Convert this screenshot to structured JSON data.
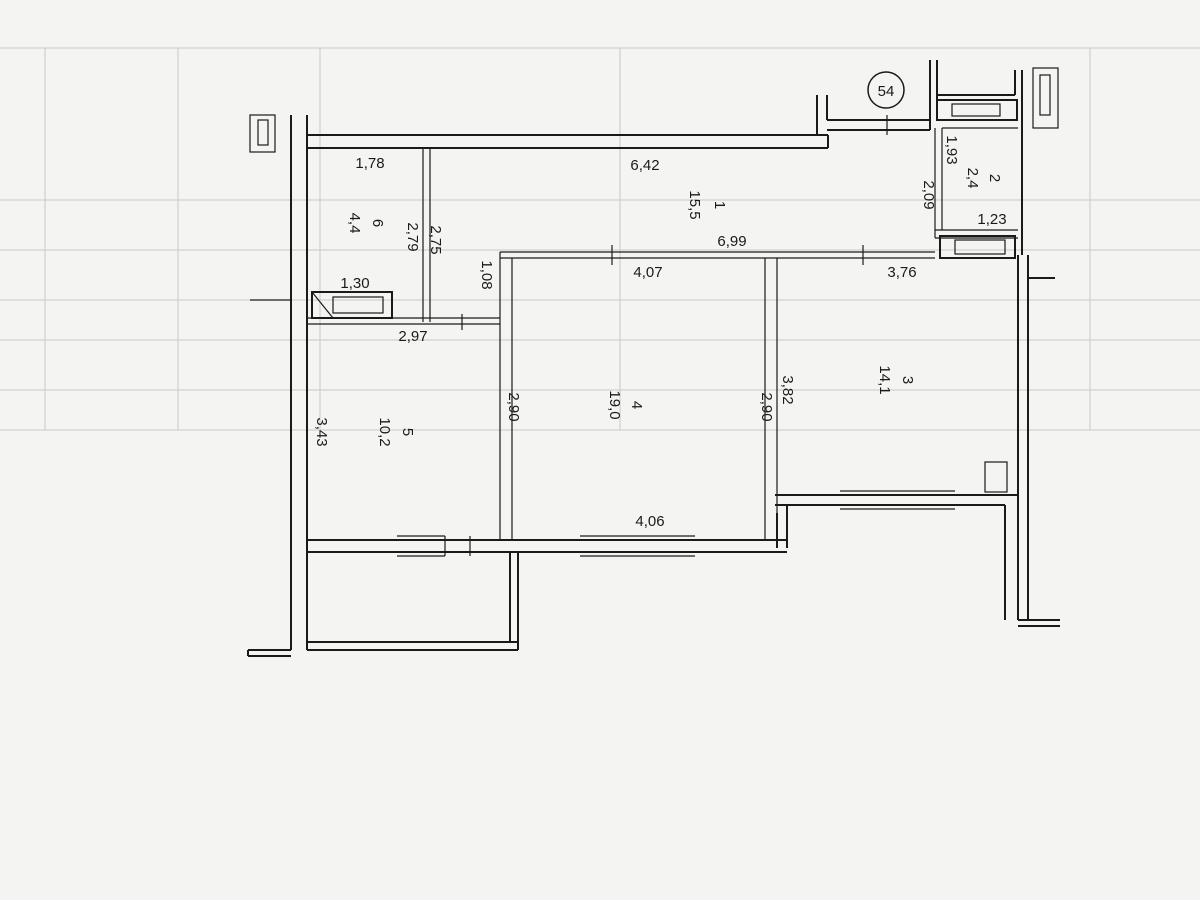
{
  "plan": {
    "apartment_number": "54",
    "rooms": [
      {
        "id": "r1",
        "number": "1",
        "area": "15,5"
      },
      {
        "id": "r2",
        "number": "2",
        "area": "2,4"
      },
      {
        "id": "r3",
        "number": "3",
        "area": "14,1"
      },
      {
        "id": "r4",
        "number": "4",
        "area": "19,0"
      },
      {
        "id": "r5",
        "number": "5",
        "area": "10,2"
      },
      {
        "id": "r6",
        "number": "6",
        "area": "4,4"
      }
    ],
    "dimensions": {
      "d_178": "1,78",
      "d_642": "6,42",
      "d_699": "6,99",
      "d_407": "4,07",
      "d_376": "3,76",
      "d_130": "1,30",
      "d_297": "2,97",
      "d_275": "2,75",
      "d_279": "2,79",
      "d_108": "1,08",
      "d_290_left": "2,90",
      "d_290_right": "2,90",
      "d_382": "3,82",
      "d_343": "3,43",
      "d_406": "4,06",
      "d_193": "1,93",
      "d_209": "2,09",
      "d_123": "1,23"
    }
  }
}
